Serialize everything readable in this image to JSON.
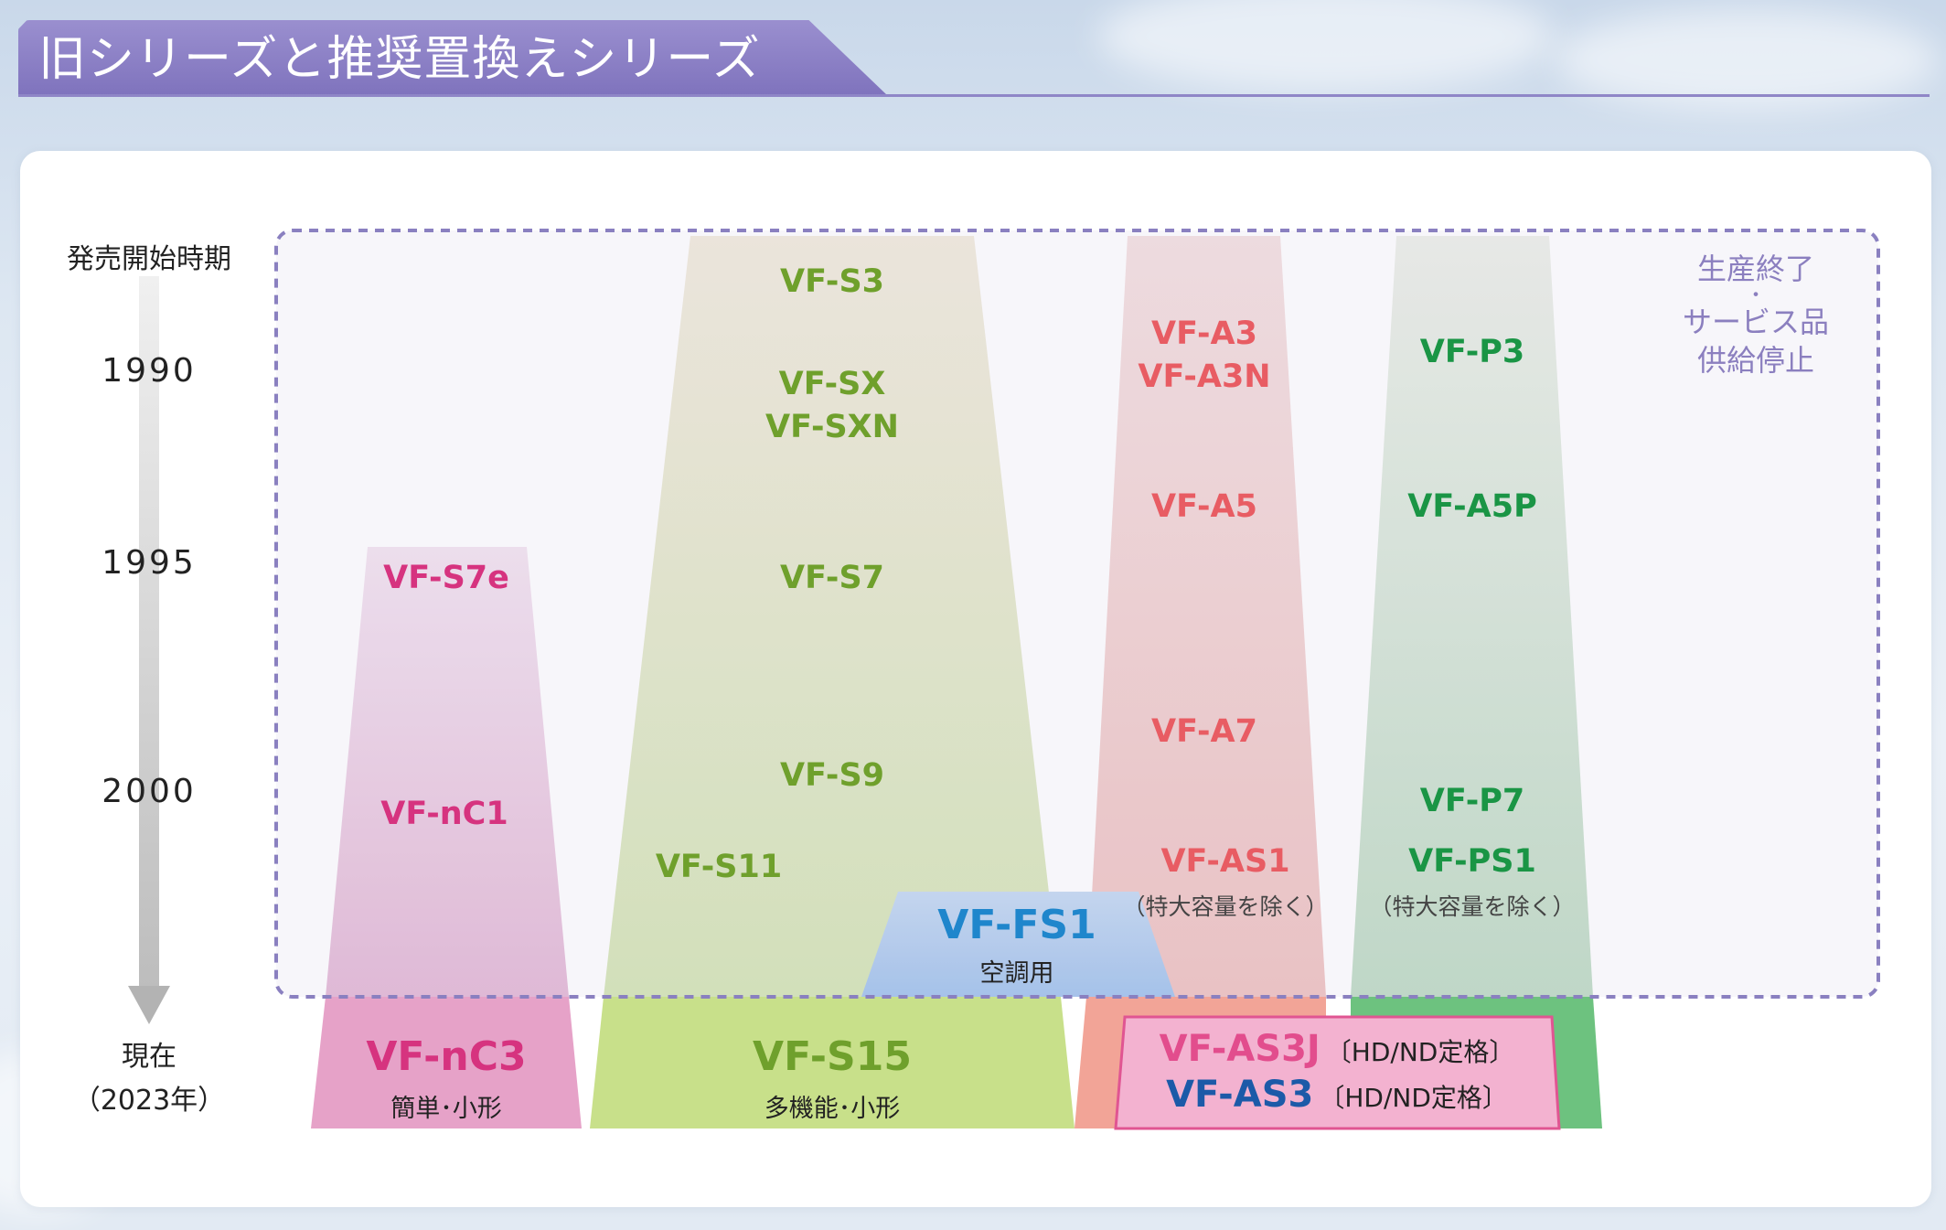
{
  "header": {
    "title": "旧シリーズと推奨置換えシリーズ"
  },
  "axis": {
    "title": "発売開始時期",
    "years": [
      "1990",
      "1995",
      "2000"
    ],
    "now_label": "現在",
    "now_year": "（2023年）"
  },
  "discontinued": {
    "line1": "生産終了",
    "dot": "・",
    "line2": "サービス品",
    "line3": "供給停止"
  },
  "families": {
    "compact": {
      "old": [
        "VF-S7e",
        "VF-nC1"
      ],
      "current": "VF-nC3",
      "current_sub": "簡単･小形",
      "color": "#d6337f"
    },
    "standard": {
      "old": [
        "VF-S3",
        "VF-SX",
        "VF-SXN",
        "VF-S7",
        "VF-S9",
        "VF-S11"
      ],
      "current": "VF-S15",
      "current_sub": "多機能･小形",
      "color": "#6fa02c"
    },
    "fan": {
      "current": "VF-FS1",
      "current_sub": "空調用",
      "color": "#1f86cc"
    },
    "advanced": {
      "old": [
        "VF-A3",
        "VF-A3N",
        "VF-A5",
        "VF-A7",
        "VF-AS1"
      ],
      "old_note": "（特大容量を除く）",
      "color": "#e85c63"
    },
    "pump": {
      "old": [
        "VF-P3",
        "VF-A5P",
        "VF-P7",
        "VF-PS1"
      ],
      "old_note": "（特大容量を除く）",
      "color": "#1a9545"
    },
    "as3": {
      "rows": [
        {
          "name": "VF-AS3J",
          "note": "〔HD/ND定格〕",
          "color": "#e24d8d"
        },
        {
          "name": "VF-AS3",
          "note": "〔HD/ND定格〕",
          "color": "#1c5aa8"
        }
      ]
    }
  }
}
